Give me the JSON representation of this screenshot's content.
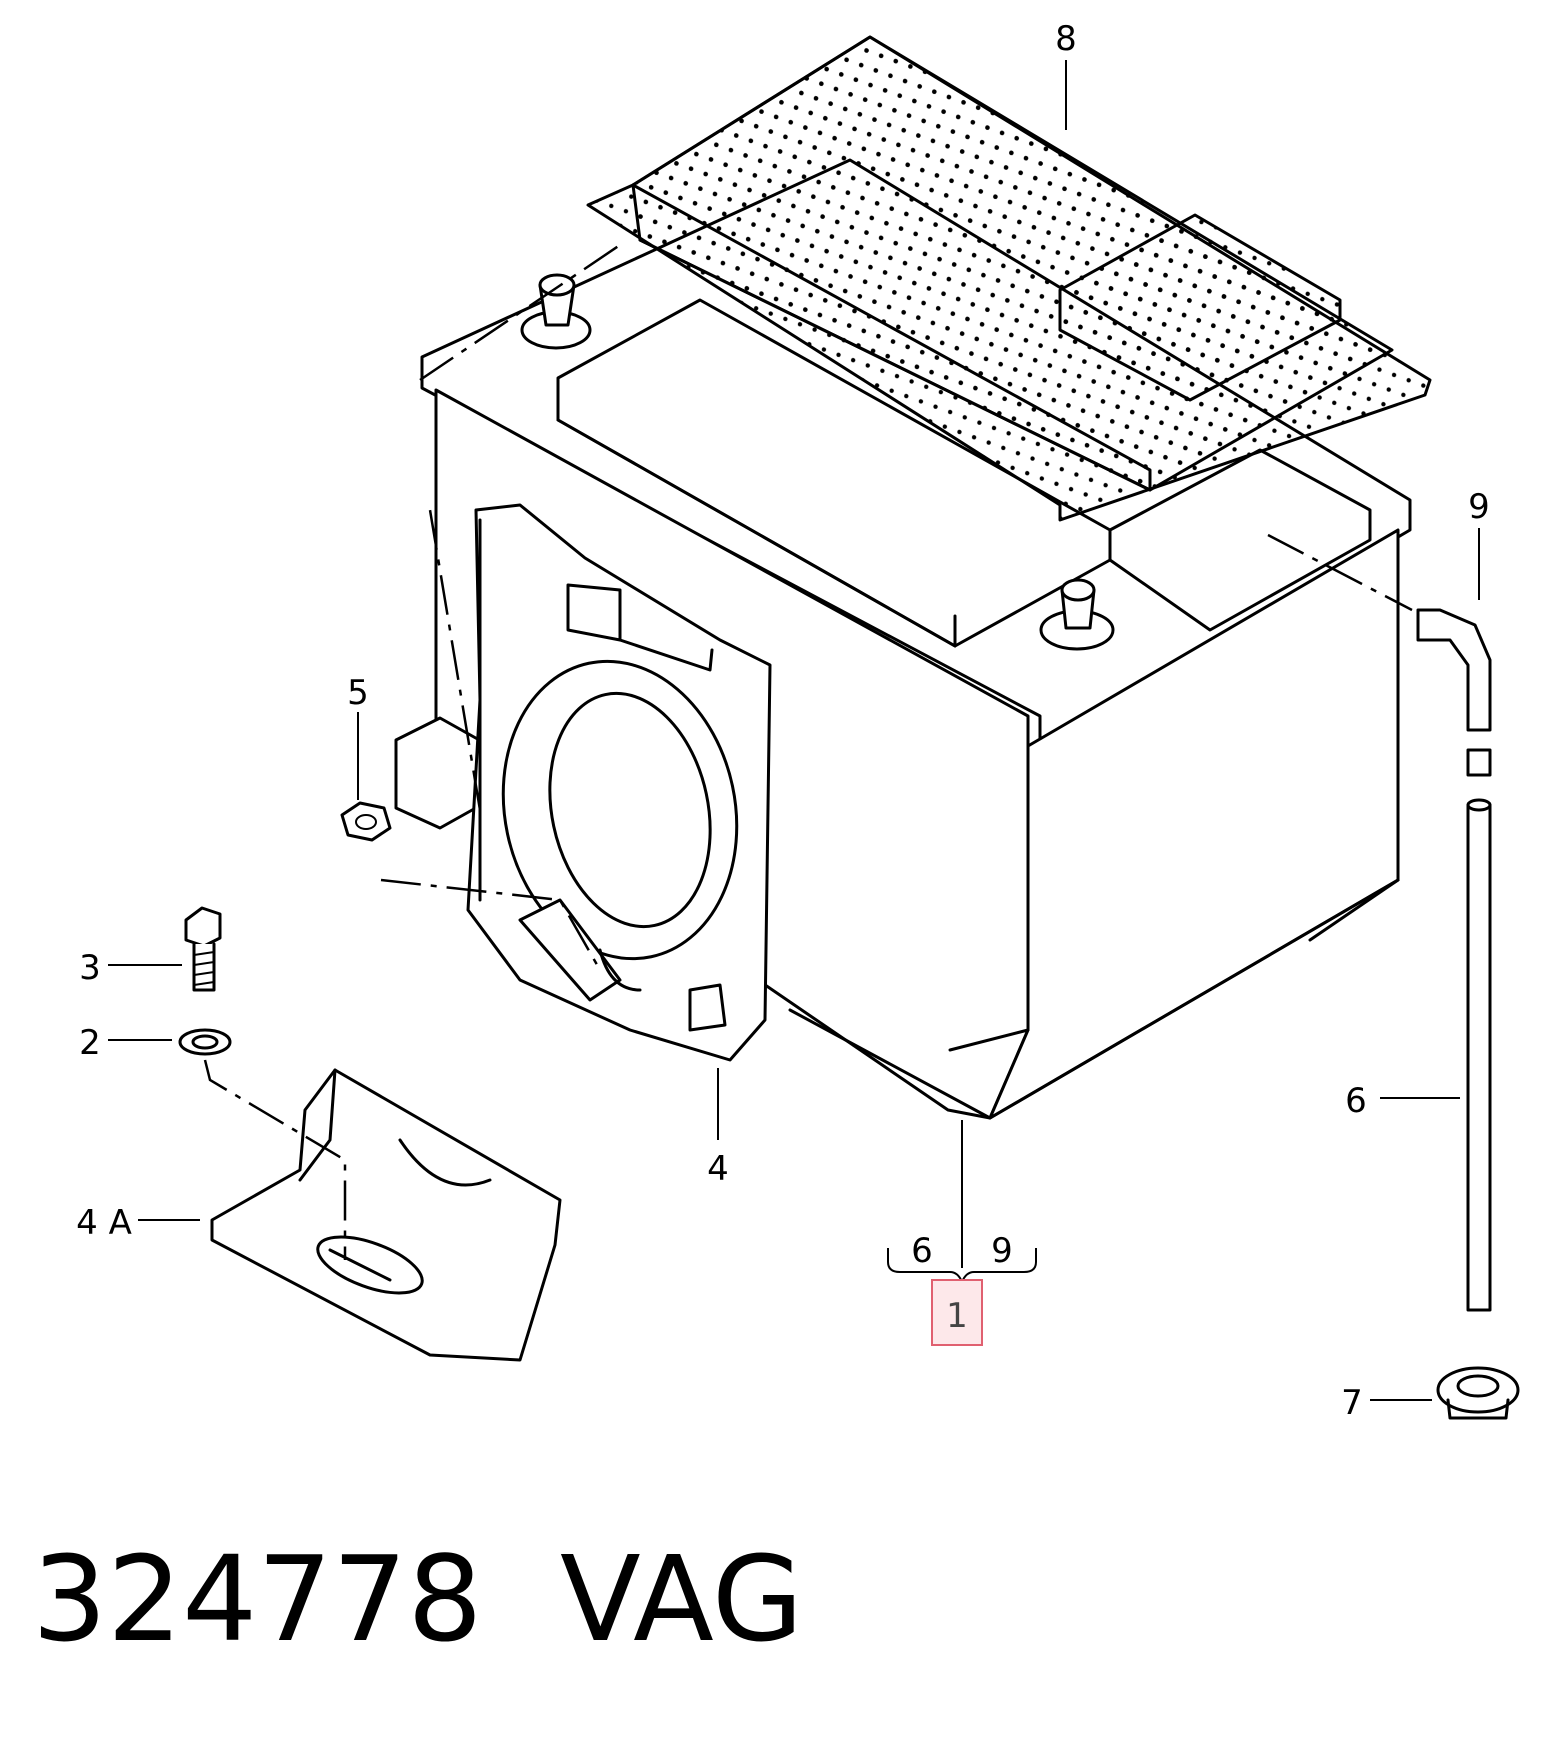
{
  "labels": {
    "part1": "1",
    "part2": "2",
    "part3": "3",
    "part4": "4",
    "part4a": "4 A",
    "part5": "5",
    "part6": "6",
    "part7": "7",
    "part8": "8",
    "part9": "9",
    "bracket_left": "6",
    "bracket_right": "9"
  },
  "footer": {
    "part_number": "324778",
    "brand": "VAG"
  },
  "colors": {
    "highlight_fill": "#fde8ea",
    "highlight_stroke": "#e06070"
  }
}
